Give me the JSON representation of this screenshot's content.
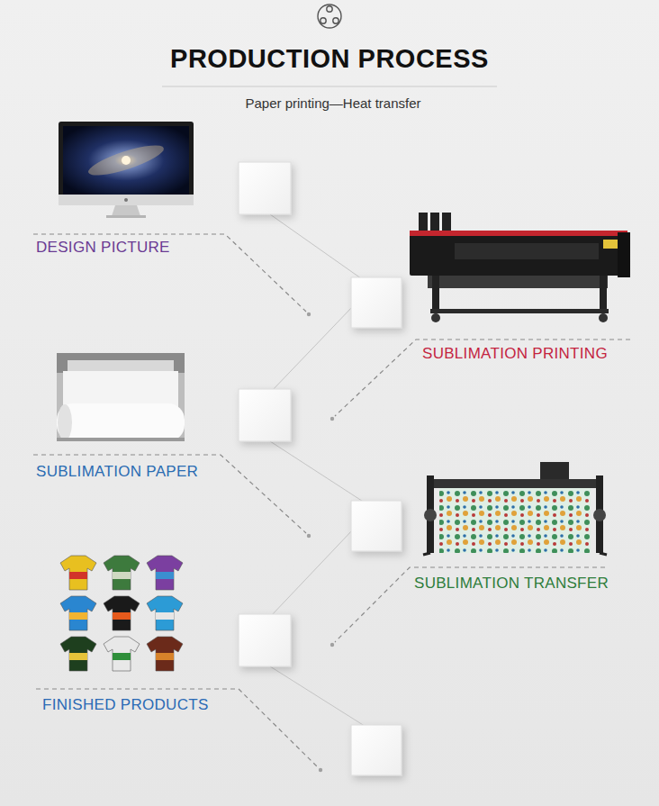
{
  "diagram": {
    "title": "PRODUCTION PROCESS",
    "labels": [
      "Paper printing—Heat transfer",
      "DESIGN PICTURE",
      "SUBLIMATION PRINTING",
      "SUBLIMATION PAPER",
      "SUBLIMATION TRANSFER",
      "FINISHED PRODUCTS"
    ]
  }
}
